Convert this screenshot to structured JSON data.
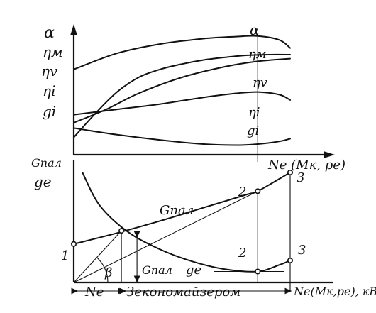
{
  "chart_data": [
    {
      "type": "line",
      "panel": "upper",
      "title": "",
      "xlabel": "Ne (Mк, pe)",
      "ylabel": "α",
      "x_range": [
        0,
        1
      ],
      "y_range": [
        0,
        1
      ],
      "grid": false,
      "legend": "none",
      "series": [
        {
          "name": "α",
          "x": [
            0,
            0.2,
            0.4,
            0.6,
            0.75,
            0.85,
            0.95,
            1.0
          ],
          "y": [
            0.64,
            0.76,
            0.83,
            0.87,
            0.885,
            0.89,
            0.86,
            0.8
          ]
        },
        {
          "name": "ηм",
          "x": [
            0,
            0.1,
            0.2,
            0.3,
            0.4,
            0.5,
            0.6,
            0.7,
            0.8,
            0.9,
            1.0
          ],
          "y": [
            0.13,
            0.31,
            0.47,
            0.58,
            0.64,
            0.68,
            0.71,
            0.73,
            0.745,
            0.75,
            0.75
          ]
        },
        {
          "name": "ηv",
          "x": [
            0,
            0.15,
            0.3,
            0.5,
            0.7,
            0.85,
            1.0
          ],
          "y": [
            0.24,
            0.34,
            0.46,
            0.58,
            0.66,
            0.7,
            0.72
          ]
        },
        {
          "name": "ηi",
          "x": [
            0,
            0.2,
            0.4,
            0.6,
            0.75,
            0.85,
            0.95,
            1.0
          ],
          "y": [
            0.3,
            0.34,
            0.38,
            0.43,
            0.46,
            0.47,
            0.45,
            0.41
          ]
        },
        {
          "name": "gi",
          "x": [
            0,
            0.2,
            0.4,
            0.6,
            0.75,
            0.85,
            0.95,
            1.0
          ],
          "y": [
            0.2,
            0.15,
            0.11,
            0.08,
            0.072,
            0.08,
            0.1,
            0.12
          ]
        }
      ],
      "markers": [
        {
          "x": 0.85,
          "label": ""
        }
      ]
    },
    {
      "type": "line",
      "panel": "lower",
      "title": "",
      "xlabel": "Ne(Mк,pe), кВт",
      "ylabel": "Gпал ge",
      "x_range": [
        0,
        1
      ],
      "y_range": [
        0,
        1
      ],
      "grid": false,
      "legend": "none",
      "series": [
        {
          "name": "Gпал",
          "x": [
            0,
            0.2,
            0.4,
            0.6,
            0.8,
            0.85,
            1.0
          ],
          "y": [
            0.35,
            0.45,
            0.56,
            0.68,
            0.8,
            0.83,
            1.0
          ]
        },
        {
          "name": "ge",
          "x": [
            0.04,
            0.12,
            0.25,
            0.4,
            0.55,
            0.7,
            0.85,
            0.95,
            1.0
          ],
          "y": [
            1.0,
            0.7,
            0.46,
            0.3,
            0.19,
            0.12,
            0.1,
            0.16,
            0.2
          ]
        }
      ],
      "points": [
        {
          "label": "1",
          "x": 0,
          "y": 0.35
        },
        {
          "label": "2",
          "x": 0.85,
          "y": 0.83
        },
        {
          "label": "3",
          "x": 1.0,
          "y": 1.0
        },
        {
          "label": "2",
          "x": 0.85,
          "y": 0.1
        },
        {
          "label": "3",
          "x": 1.0,
          "y": 0.2
        }
      ],
      "tangent_point": {
        "x": 0.22,
        "y": 0.47
      },
      "annotations": {
        "angle": "β",
        "ne_segment": "Ne",
        "economizer": "Зекономайзером"
      }
    }
  ]
}
